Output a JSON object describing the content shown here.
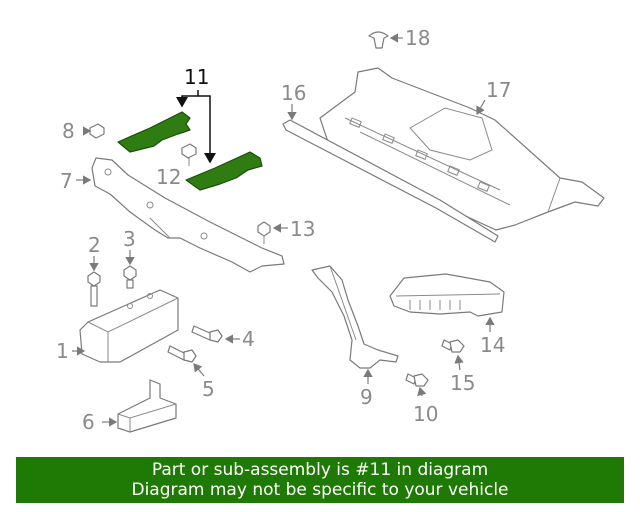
{
  "diagram": {
    "highlighted_part": "11",
    "callouts": {
      "c1": "1",
      "c2": "2",
      "c3": "3",
      "c4": "4",
      "c5": "5",
      "c6": "6",
      "c7": "7",
      "c8": "8",
      "c9": "9",
      "c10": "10",
      "c11": "11",
      "c12": "12",
      "c13": "13",
      "c14": "14",
      "c15": "15",
      "c16": "16",
      "c17": "17",
      "c18": "18"
    },
    "colors": {
      "highlight": "#2f7d12",
      "line": "#7a7a7a",
      "callout": "#8a8a8a",
      "banner": "#1f7a05"
    }
  },
  "footer": {
    "line1": "Part or sub-assembly is #11 in diagram",
    "line2": "Diagram may not be specific to your vehicle"
  }
}
